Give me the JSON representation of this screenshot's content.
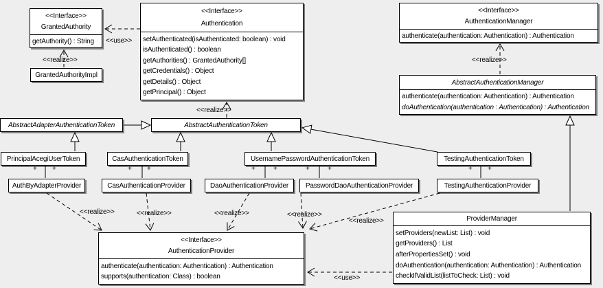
{
  "diagram": {
    "background": "#eeeeee",
    "box_fill": "#ffffff",
    "line_color": "#000000",
    "shadow_color": "#7f7f7f"
  },
  "stereotypes": {
    "interface": "<<Interface>>",
    "realize": "<<realize>>",
    "use": "<<use>>",
    "plus": "+"
  },
  "classes": {
    "granted_authority": {
      "stereotype": "<<Interface>>",
      "name": "GrantedAuthority",
      "methods": [
        "getAuthority() : String"
      ]
    },
    "granted_authority_impl": {
      "name": "GrantedAuthorityImpl"
    },
    "authentication": {
      "stereotype": "<<Interface>>",
      "name": "Authentication",
      "methods": [
        "setAuthenticated(isAuthenticated: boolean) : void",
        "isAuthenticated() : boolean",
        "getAuthorities() : GrantedAuthority[]",
        "getCredentials() : Object",
        "getDetails() : Object",
        "getPrincipal() : Object"
      ]
    },
    "authentication_manager": {
      "stereotype": "<<Interface>>",
      "name": "AuthenticationManager",
      "methods": [
        "authenticate(authentication: Authentication) : Authentication"
      ]
    },
    "abstract_authentication_manager": {
      "name": "AbstractAuthenticationManager",
      "abstract": true,
      "methods": [
        "authenticate(authentication: Authentication) : Authentication",
        "doAuthentication(authentication : Authentication) : Authentication"
      ]
    },
    "abstract_adapter_authentication_token": {
      "name": "AbstractAdapterAuthenticationToken",
      "abstract": true
    },
    "abstract_authentication_token": {
      "name": "AbstractAuthenticationToken",
      "abstract": true
    },
    "principal_acegi_user_token": {
      "name": "PrincipalAcegiUserToken"
    },
    "cas_authentication_token": {
      "name": "CasAuthenticationToken"
    },
    "username_password_authentication_token": {
      "name": "UsernamePasswordAuthenticationToken"
    },
    "testing_authentication_token": {
      "name": "TestingAuthenticationToken"
    },
    "auth_by_adapter_provider": {
      "name": "AuthByAdapterProvider"
    },
    "cas_authentication_provider": {
      "name": "CasAuthenticationProvider"
    },
    "dao_authentication_provider": {
      "name": "DaoAuthenticationProvider"
    },
    "password_dao_authentication_provider": {
      "name": "PasswordDaoAuthenticationProvider"
    },
    "testing_authentication_provider": {
      "name": "TestingAuthenticationProvider"
    },
    "authentication_provider": {
      "stereotype": "<<Interface>>",
      "name": "AuthenticationProvider",
      "methods": [
        "authenticate(authentication: Authentication) : Authentication",
        "supports(authentication: Class) : boolean"
      ]
    },
    "provider_manager": {
      "name": "ProviderManager",
      "methods": [
        "setProviders(newList: List) : void",
        "getProviders() : List",
        "afterPropertiesSet() : void",
        "doAuthentication(authentication: Authentication) : Authentication",
        "checkIfValidList(listToCheck: List) : void"
      ]
    }
  },
  "relationships": [
    {
      "from": "Authentication",
      "to": "GrantedAuthority",
      "type": "dependency",
      "label": "<<use>>"
    },
    {
      "from": "GrantedAuthorityImpl",
      "to": "GrantedAuthority",
      "type": "realize",
      "label": "<<realize>>"
    },
    {
      "from": "AbstractAuthenticationToken",
      "to": "Authentication",
      "type": "realize",
      "label": "<<realize>>"
    },
    {
      "from": "AbstractAuthenticationManager",
      "to": "AuthenticationManager",
      "type": "realize",
      "label": "<<realize>>"
    },
    {
      "from": "AbstractAdapterAuthenticationToken",
      "to": "AbstractAuthenticationToken",
      "type": "generalization"
    },
    {
      "from": "PrincipalAcegiUserToken",
      "to": "AbstractAdapterAuthenticationToken",
      "type": "generalization"
    },
    {
      "from": "CasAuthenticationToken",
      "to": "AbstractAuthenticationToken",
      "type": "generalization"
    },
    {
      "from": "UsernamePasswordAuthenticationToken",
      "to": "AbstractAuthenticationToken",
      "type": "generalization"
    },
    {
      "from": "TestingAuthenticationToken",
      "to": "AbstractAuthenticationToken",
      "type": "generalization"
    },
    {
      "from": "ProviderManager",
      "to": "AbstractAuthenticationManager",
      "type": "generalization"
    },
    {
      "from": "PrincipalAcegiUserToken",
      "to": "AuthByAdapterProvider",
      "type": "association",
      "end_adornments": "+ +"
    },
    {
      "from": "CasAuthenticationToken",
      "to": "CasAuthenticationProvider",
      "type": "association",
      "end_adornments": "+ +"
    },
    {
      "from": "UsernamePasswordAuthenticationToken",
      "to": "DaoAuthenticationProvider",
      "type": "association",
      "end_adornments": "+ +"
    },
    {
      "from": "UsernamePasswordAuthenticationToken",
      "to": "PasswordDaoAuthenticationProvider",
      "type": "association",
      "end_adornments": "+ +"
    },
    {
      "from": "TestingAuthenticationToken",
      "to": "TestingAuthenticationProvider",
      "type": "association",
      "end_adornments": "+ +"
    },
    {
      "from": "AuthByAdapterProvider",
      "to": "AuthenticationProvider",
      "type": "realize",
      "label": "<<realize>>"
    },
    {
      "from": "CasAuthenticationProvider",
      "to": "AuthenticationProvider",
      "type": "realize",
      "label": "<<realize>>"
    },
    {
      "from": "DaoAuthenticationProvider",
      "to": "AuthenticationProvider",
      "type": "realize",
      "label": "<<realize>>"
    },
    {
      "from": "PasswordDaoAuthenticationProvider",
      "to": "AuthenticationProvider",
      "type": "realize",
      "label": "<<realize>>"
    },
    {
      "from": "TestingAuthenticationProvider",
      "to": "AuthenticationProvider",
      "type": "realize",
      "label": "<<realize>>"
    },
    {
      "from": "ProviderManager",
      "to": "AuthenticationProvider",
      "type": "dependency",
      "label": "<<use>>"
    }
  ]
}
